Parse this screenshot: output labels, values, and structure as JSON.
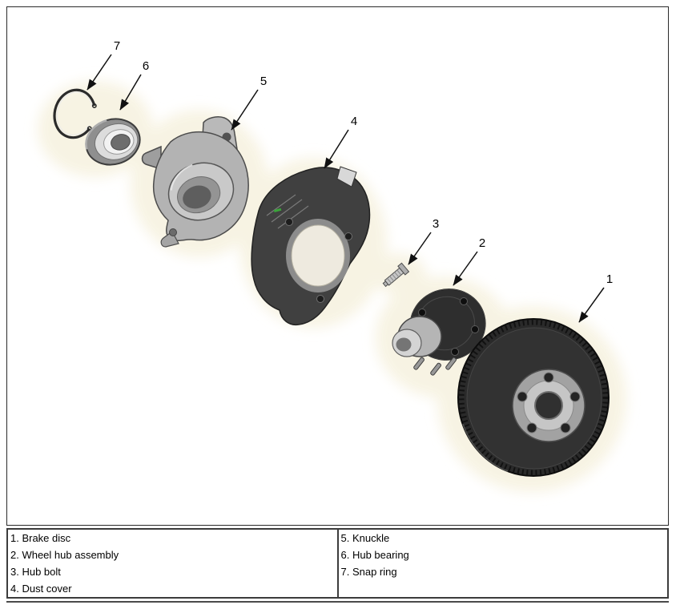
{
  "figure": {
    "callouts": [
      "1",
      "2",
      "3",
      "4",
      "5",
      "6",
      "7"
    ],
    "colors": {
      "halo": "#f7f3e2",
      "line": "#111111",
      "green_mark": "#3aa53a"
    }
  },
  "parts": [
    {
      "num": "1",
      "label": "Brake disc"
    },
    {
      "num": "2",
      "label": "Wheel hub assembly"
    },
    {
      "num": "3",
      "label": "Hub bolt"
    },
    {
      "num": "4",
      "label": "Dust cover"
    },
    {
      "num": "5",
      "label": "Knuckle"
    },
    {
      "num": "6",
      "label": "Hub bearing"
    },
    {
      "num": "7",
      "label": "Snap ring"
    }
  ],
  "legend": {
    "left": [
      "1. Brake disc",
      "2. Wheel hub assembly",
      "3. Hub bolt",
      "4. Dust cover"
    ],
    "right": [
      "5. Knuckle",
      "6. Hub bearing",
      "7. Snap ring"
    ]
  }
}
